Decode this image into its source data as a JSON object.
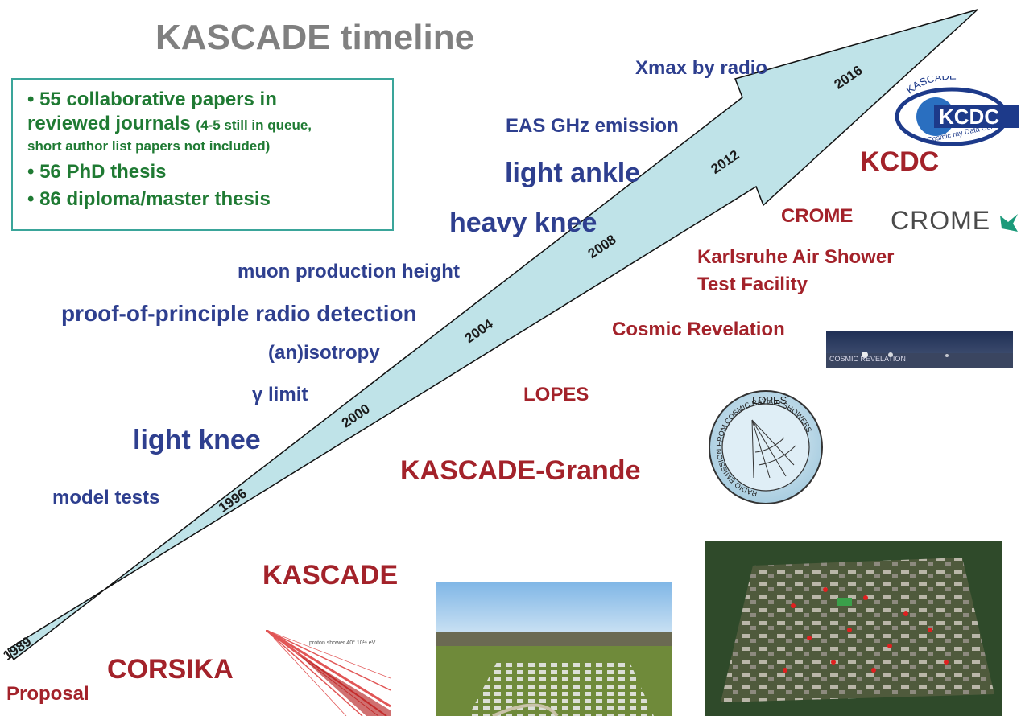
{
  "title": "KASCADE timeline",
  "info_box": {
    "bullet": "•",
    "line1": "55 collaborative papers in",
    "line2_main": "reviewed journals",
    "line2_note": "(4-5 still in queue,",
    "line3": "short author list papers not included)",
    "line4": "56 PhD thesis",
    "line5": "86 diploma/master thesis"
  },
  "years": [
    "1989",
    "1996",
    "2000",
    "2004",
    "2008",
    "2012",
    "2016"
  ],
  "results": {
    "xmax": "Xmax by radio",
    "eas": "EAS GHz emission",
    "light_ankle": "light ankle",
    "heavy_knee": "heavy knee",
    "muon": "muon production height",
    "radio": "proof-of-principle radio detection",
    "anisotropy": "(an)isotropy",
    "gamma": "γ limit",
    "light_knee": "light knee",
    "model_tests": "model tests"
  },
  "projects": {
    "kcdc": "KCDC",
    "crome": "CROME",
    "karlsruhe_line1": "Karlsruhe Air Shower",
    "karlsruhe_line2": "Test Facility",
    "cosmic_revelation": "Cosmic Revelation",
    "lopes": "LOPES",
    "kascade_grande": "KASCADE-Grande",
    "kascade": "KASCADE",
    "corsika": "CORSIKA",
    "proposal": "Proposal"
  },
  "logos": {
    "kcdc_arc": "KASCADE",
    "kcdc_center": "KCDC",
    "kcdc_sub": "Cosmic ray Data Centre",
    "crome": "CROME",
    "cosmic_revelation": "COSMIC REVELATION",
    "lopes_top": "LOPES",
    "lopes_ring": "RADIO EMISSION FROM COSMIC RAY AIR SHOWERS",
    "corsika_caption": "proton shower 40° 10¹⁶ eV"
  },
  "colors": {
    "arrow_fill": "#bfe3e8",
    "results_blue": "#2e3f8f",
    "projects_red": "#a3222a",
    "box_text_green": "#1f7a33",
    "box_border": "#3aa59a",
    "title_gray": "#808080"
  }
}
